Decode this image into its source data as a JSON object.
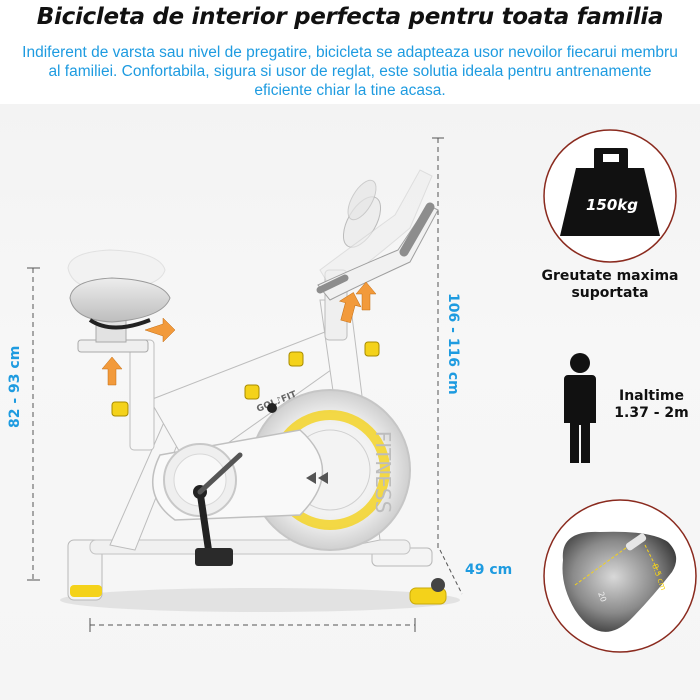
{
  "header": {
    "title": "Bicicleta de interior perfecta pentru toata familia",
    "subtitle": "Indiferent de varsta sau nivel de pregatire, bicicleta se adapteaza usor nevoilor fiecarui membru al familiei. Confortabila, sigura si usor de reglat, este solutia ideala pentru antrenamente eficiente chiar la tine acasa."
  },
  "dimensions": {
    "seat_height": "82 - 93 cm",
    "total_height": "106 - 116 cm",
    "width": "49 cm"
  },
  "features": {
    "max_weight_value": "150kg",
    "max_weight_caption": "Greutate maxima suportata",
    "user_height_caption": "Inaltime 1.37 - 2m",
    "seat_length": "20",
    "seat_width": "8.5 cm"
  },
  "bike": {
    "brand": "GOL♪FIT",
    "flywheel_text": "FITNESS"
  },
  "colors": {
    "accent_blue": "#1e9be0",
    "arrow_orange": "#f29a3b",
    "knob_yellow": "#f4d21a",
    "frame_white": "#f6f6f6"
  }
}
